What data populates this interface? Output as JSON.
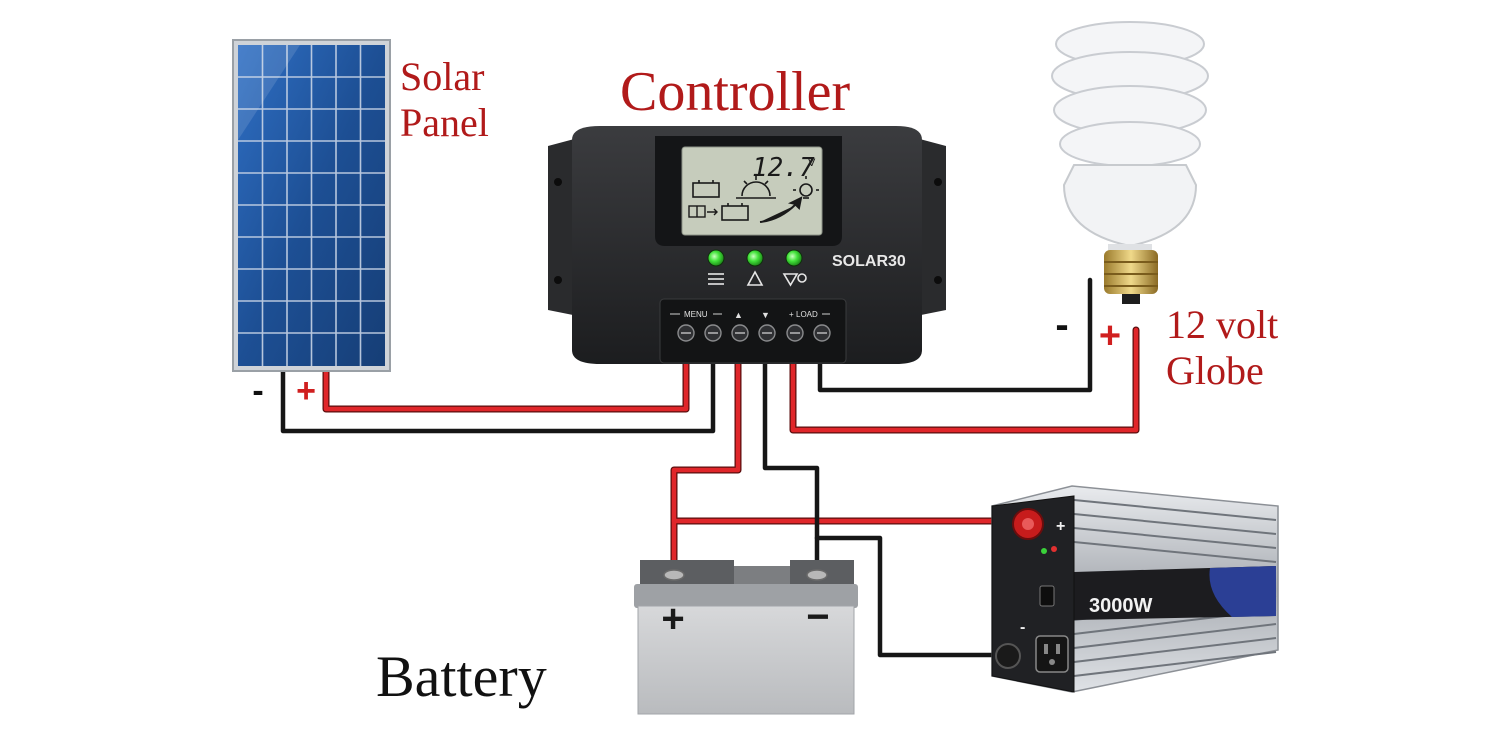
{
  "labels": {
    "solar_panel": [
      "Solar",
      "Panel"
    ],
    "controller": "Controller",
    "globe": [
      "12 volt",
      "Globe"
    ],
    "battery": "Battery"
  },
  "controller": {
    "lcd_value": "12.7",
    "lcd_unit": "V",
    "model": "SOLAR30",
    "terminal_groups": [
      "MENU",
      "LOAD"
    ],
    "arrow_up": "▲",
    "arrow_down": "▼"
  },
  "polarity": {
    "minus": "-",
    "plus": "+",
    "battery_plus": "+",
    "battery_minus": "−"
  },
  "inverter": {
    "rating": "3000W",
    "plus": "+",
    "minus": "-"
  },
  "colors": {
    "label_red": "#b11a1a",
    "wire_red": "#e0262a",
    "wire_black": "#161616",
    "controller_body": "#262729",
    "lcd_bg": "#c6ccbc",
    "led_green": "#42e23a",
    "panel_cell": "#1e4f8f"
  }
}
